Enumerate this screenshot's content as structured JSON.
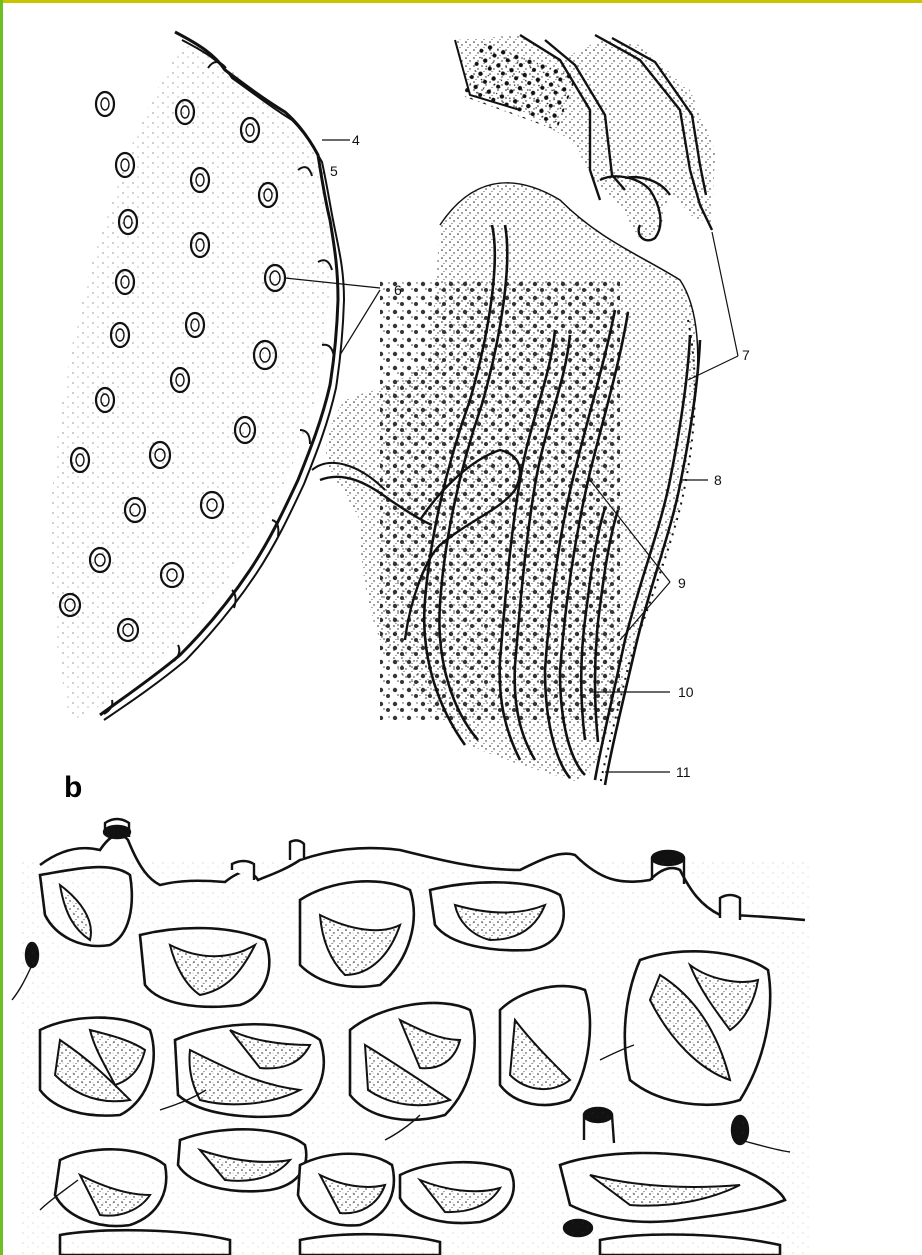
{
  "panel_b_label": "b",
  "labels": {
    "l4": "4",
    "l5": "5",
    "l6": "6",
    "l7": "7",
    "l8": "8",
    "l9": "9",
    "l10": "10",
    "l11": "11"
  },
  "colors": {
    "ink": "#111111",
    "frame_top": "#c8c400",
    "frame_left": "#6fbf22"
  }
}
